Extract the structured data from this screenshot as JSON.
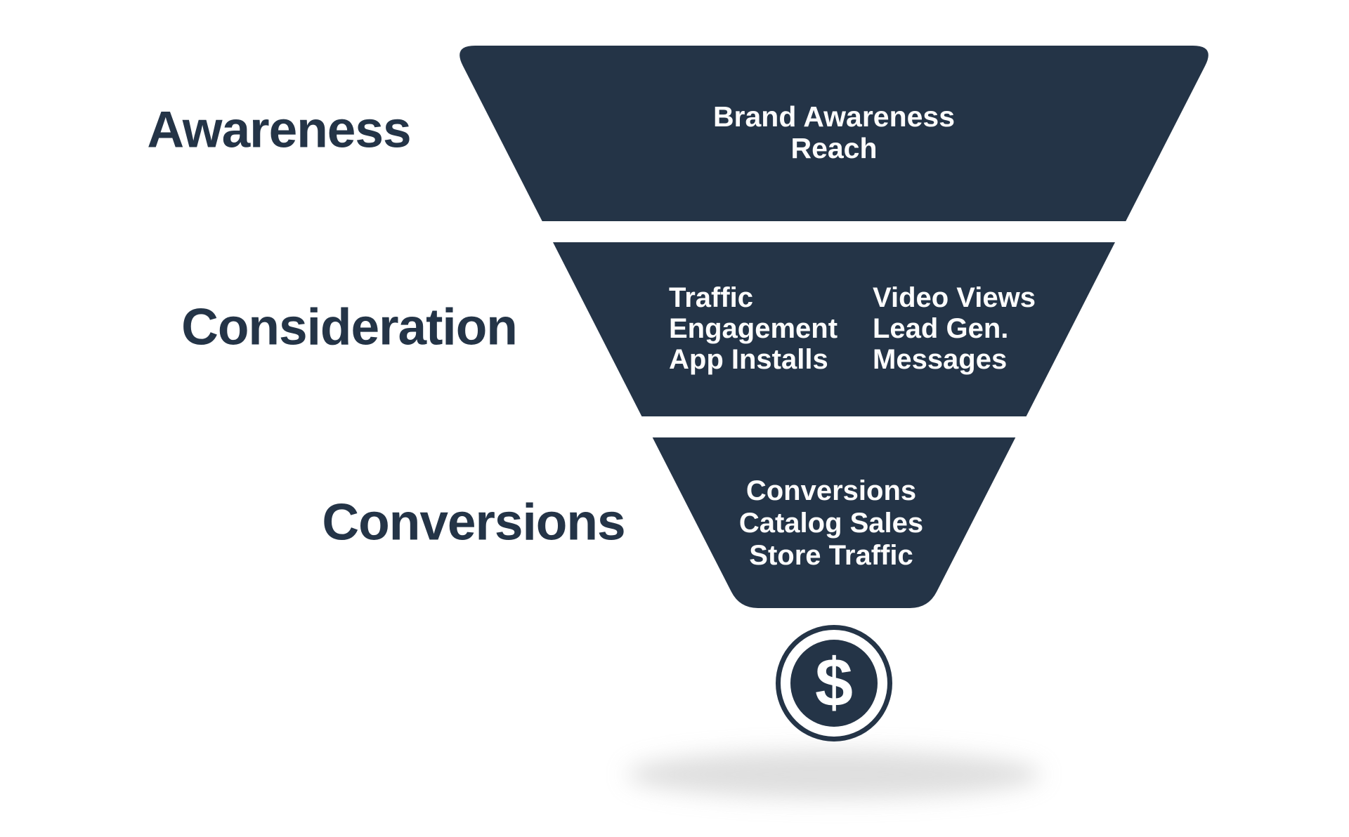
{
  "colors": {
    "navy": "#243447",
    "text_light": "#fcfcfc",
    "shadow": "#c9c9c9",
    "background": "#ffffff"
  },
  "funnel": {
    "stages": [
      {
        "id": "awareness",
        "label": "Awareness",
        "lines": [
          "Brand Awareness",
          "Reach"
        ]
      },
      {
        "id": "consideration",
        "label": "Consideration",
        "left_lines": [
          "Traffic",
          "Engagement",
          "App Installs"
        ],
        "right_lines": [
          "Video Views",
          "Lead Gen.",
          "Messages"
        ]
      },
      {
        "id": "conversions",
        "label": "Conversions",
        "lines": [
          "Conversions",
          "Catalog Sales",
          "Store Traffic"
        ]
      }
    ],
    "icon": {
      "name": "dollar-coin",
      "symbol": "$"
    }
  }
}
